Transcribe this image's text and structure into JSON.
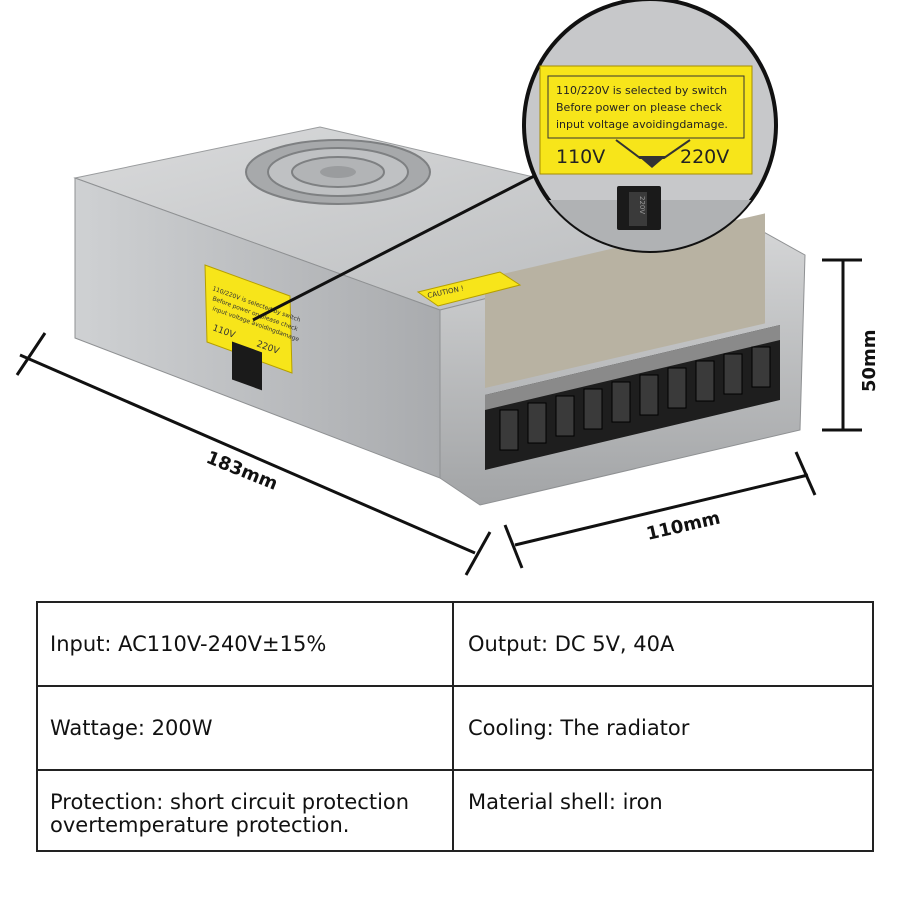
{
  "dimensions": {
    "length": "183mm",
    "width": "110mm",
    "height": "50mm"
  },
  "labels": {
    "zoom_label": {
      "line1": "110/220V  is selected by switch",
      "line2": "Before power on please check",
      "line3": "input voltage avoidingdamage.",
      "left": "110V",
      "right": "220V",
      "switch_text": "220V"
    },
    "side_label": {
      "line1": "110/220V is selected by switch",
      "line2": "Before power on please check",
      "line3": "input voltage avoidingdamage",
      "left": "110V",
      "right": "220V"
    },
    "caution": "CAUTION !"
  },
  "specs": [
    {
      "text": "Input: AC110V-240V±15%"
    },
    {
      "text": "Output: DC 5V, 40A"
    },
    {
      "text": "Wattage: 200W"
    },
    {
      "text": "Cooling: The radiator"
    },
    {
      "text": "Protection: short circuit protection\novertemperature protection."
    },
    {
      "text": "Material shell: iron"
    }
  ],
  "colors": {
    "label_yellow": "#f7e51a",
    "shell_silver": "#c9cbcd",
    "terminal_black": "#1e1e1e"
  }
}
